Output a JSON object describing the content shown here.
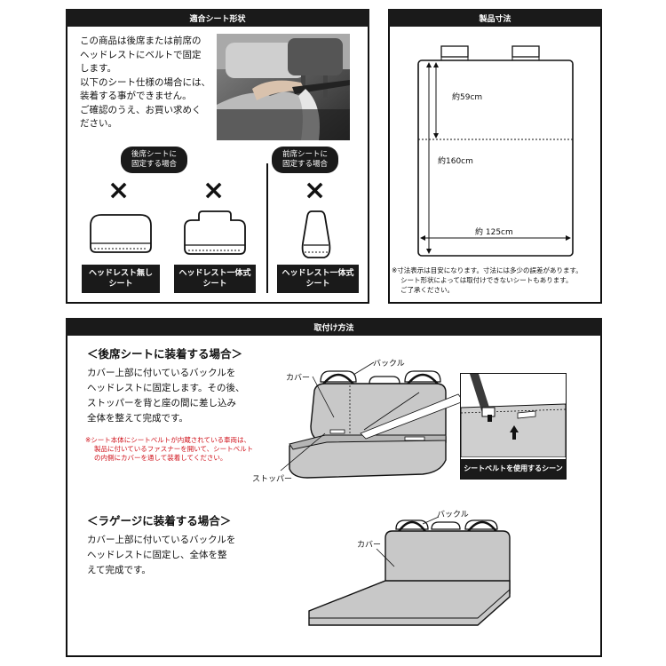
{
  "seat_types": {
    "header": "適合シート形状",
    "description": [
      "この商品は後席または前席の",
      "ヘッドレストにベルトで固定",
      "します。",
      "以下のシート仕様の場合には、",
      "装着する事ができません。",
      "ご確認のうえ、お買い求めく",
      "ださい。"
    ],
    "rear_pill": [
      "後席シートに",
      "固定する場合"
    ],
    "front_pill": [
      "前席シートに",
      "固定する場合"
    ],
    "cross_mark": "×",
    "labels": [
      [
        "ヘッドレスト無し",
        "シート"
      ],
      [
        "ヘッドレスト一体式",
        "シート"
      ],
      [
        "ヘッドレスト一体式",
        "シート"
      ]
    ]
  },
  "dimensions": {
    "header": "製品寸法",
    "upper_height": "約59cm",
    "total_height": "約160cm",
    "width": "約 125cm",
    "notes": [
      "※寸法表示は目安になります。寸法には多少の誤差があります。",
      "シート形状によっては取付けできないシートもあります。",
      "ご了承ください。"
    ]
  },
  "installation": {
    "header": "取付け方法",
    "rear_title": "＜後席シートに装着する場合＞",
    "rear_text": [
      "カバー上部に付いているバックルを",
      "ヘッドレストに固定します。その後、",
      "ストッパーを背と座の間に差し込み",
      "全体を整えて完成です。"
    ],
    "rear_note": [
      "※シート本体にシートベルトが内蔵されている車両は、",
      "製品に付いているファスナーを開いて、シートベルト",
      "の内側にカバーを通して装着してください。"
    ],
    "label_cover": "カバー",
    "label_buckle": "バックル",
    "label_stopper": "ストッパー",
    "seatbelt_caption": "シートベルトを使用するシーン",
    "luggage_title": "＜ラゲージに装着する場合＞",
    "luggage_text": [
      "カバー上部に付いているバックルを",
      "ヘッドレストに固定し、全体を整",
      "えて完成です。"
    ],
    "label_cover2": "カバー",
    "label_buckle2": "バックル"
  }
}
